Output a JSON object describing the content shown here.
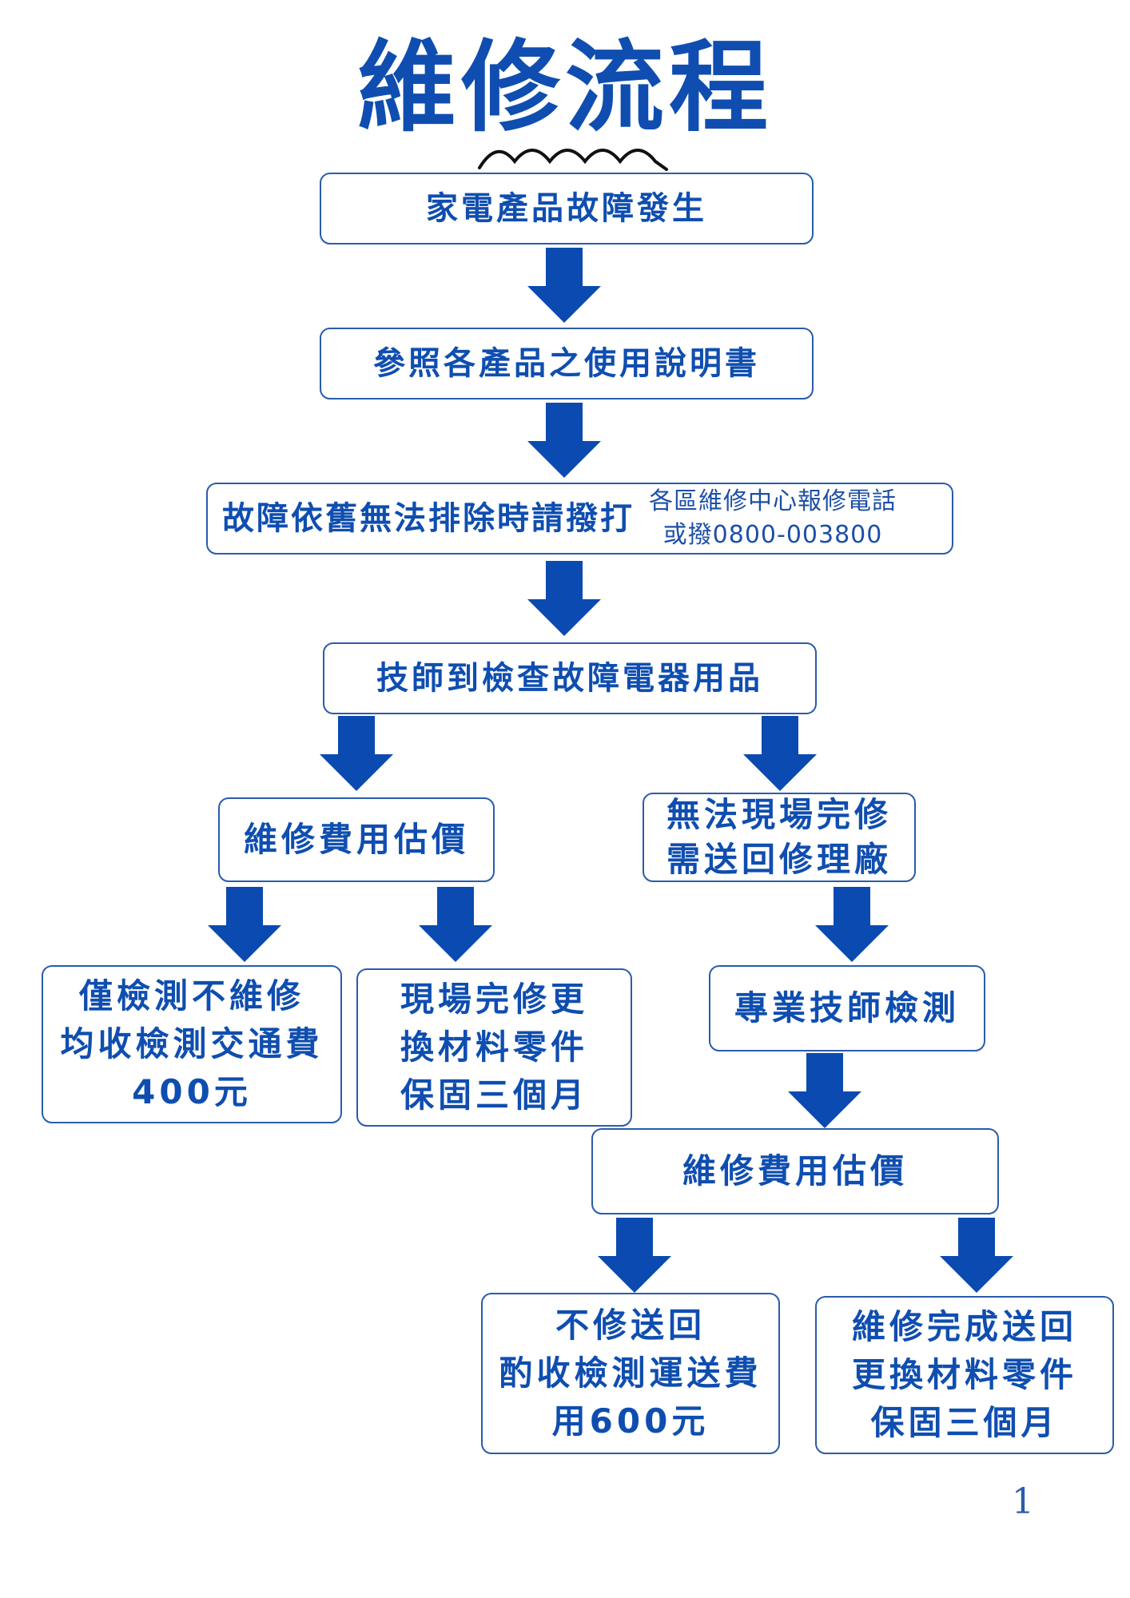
{
  "title": "維修流程",
  "colors": {
    "accent": "#0f4eb0",
    "arrow": "#0b4ab0",
    "border": "#2a5cab"
  },
  "steps": {
    "fault_occurs": "家電產品故障發生",
    "see_manual": "參照各產品之使用說明書",
    "call_service": {
      "text": "故障依舊無法排除時請撥打",
      "note_lines": [
        "各區維修中心報修電話",
        "或撥0800-003800"
      ]
    },
    "technician_inspect": "技師到檢查故障電器用品",
    "estimate_left": "維修費用估價",
    "cannot_repair_onsite": [
      "無法現場完修",
      "需送回修理廠"
    ],
    "inspect_only": [
      "僅檢測不維修",
      "均收檢測交通費",
      "400元"
    ],
    "onsite_repair": [
      "現場完修更",
      "換材料零件",
      "保固三個月"
    ],
    "professional_inspect": "專業技師檢測",
    "estimate_right": "維修費用估價",
    "return_unrepaired": [
      "不修送回",
      "酌收檢測運送費",
      "用600元"
    ],
    "repair_done": [
      "維修完成送回",
      "更換材料零件",
      "保固三個月"
    ]
  },
  "page_number": "1"
}
